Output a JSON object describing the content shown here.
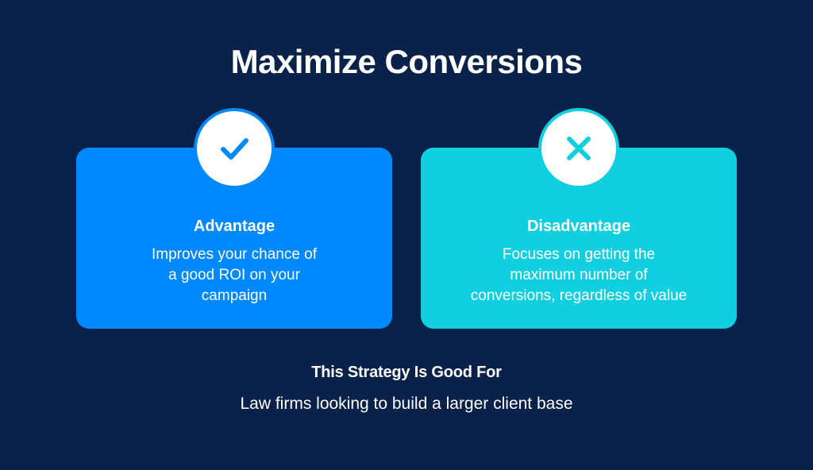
{
  "slide": {
    "title": "Maximize Conversions",
    "background_color": "#0a2149",
    "text_color": "#ffffff"
  },
  "cards": [
    {
      "key": "advantage",
      "heading": "Advantage",
      "icon": "check-icon",
      "color": "#0089ff",
      "body_lines": [
        "Improves your chance of",
        "a good ROI on your",
        "campaign"
      ]
    },
    {
      "key": "disadvantage",
      "heading": "Disadvantage",
      "icon": "close-icon",
      "color": "#12cfe0",
      "body_lines": [
        "Focuses on getting the",
        "maximum number of",
        "conversions, regardless of value"
      ]
    }
  ],
  "footer": {
    "heading": "This Strategy Is Good For",
    "subtitle": "Law firms looking to build a larger client base"
  }
}
